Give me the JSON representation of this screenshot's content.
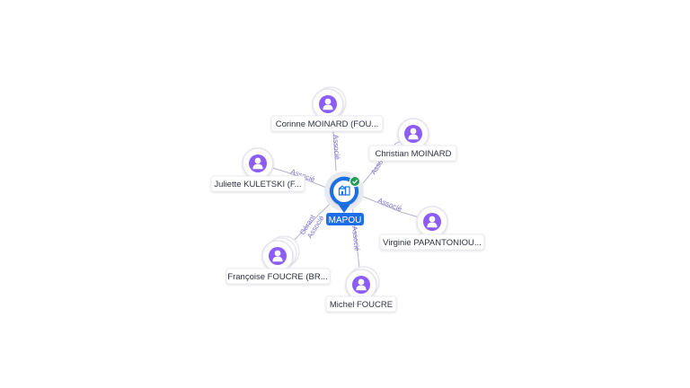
{
  "center": {
    "label": "MAPOU",
    "icon": "company-building-icon",
    "badge_icon": "verified-check-icon",
    "colors": {
      "primary": "#1c6fe6",
      "badge": "#1f9d55"
    }
  },
  "people": [
    {
      "id": "corinne",
      "label": "Corinne MOINARD (FOU...",
      "icon": "person-icon",
      "relations": [
        "Associé"
      ]
    },
    {
      "id": "christian",
      "label": "Christian MOINARD",
      "icon": "person-icon",
      "relations": [
        "Associé"
      ]
    },
    {
      "id": "juliette",
      "label": "Juliette KULETSKI (F...",
      "icon": "person-icon",
      "relations": [
        "Associé"
      ]
    },
    {
      "id": "virginie",
      "label": "Virginie PAPANTONIOU...",
      "icon": "person-icon",
      "relations": [
        "Associé"
      ]
    },
    {
      "id": "francoise",
      "label": "Françoise FOUCRE (BR...",
      "icon": "person-icon",
      "relations": [
        "Gérant",
        "Associé"
      ]
    },
    {
      "id": "michel",
      "label": "Michel FOUCRE",
      "icon": "person-icon",
      "relations": [
        "Associé"
      ]
    }
  ],
  "colors": {
    "person": "#8b5cf6",
    "edge": "#b4b4cc",
    "edge_label": "#7b6fd0"
  }
}
